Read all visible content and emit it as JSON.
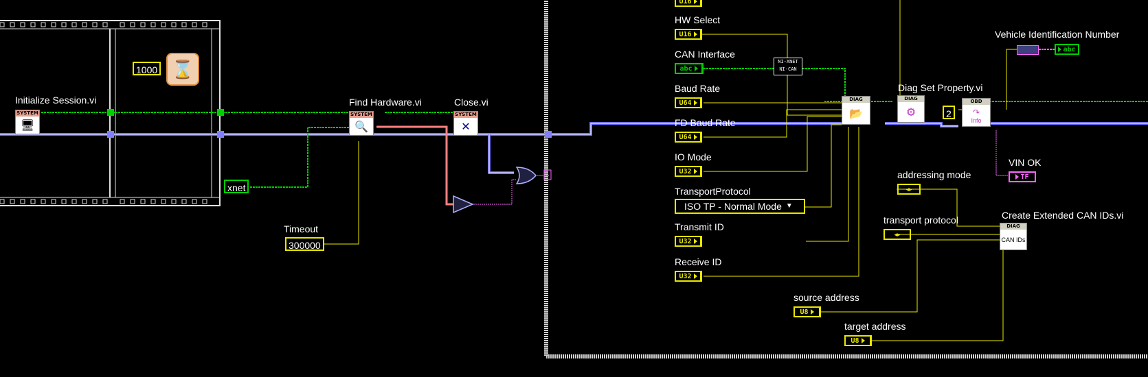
{
  "labels": {
    "init_session": "Initialize Session.vi",
    "find_hardware": "Find Hardware.vi",
    "close": "Close.vi",
    "hw_select": "HW Select",
    "can_interface": "CAN Interface",
    "baud_rate": "Baud Rate",
    "fd_baud_rate": "FD Baud Rate",
    "io_mode": "IO Mode",
    "transport_protocol": "TransportProtocol",
    "transmit_id": "Transmit ID",
    "receive_id": "Receive ID",
    "timeout": "Timeout",
    "diag_set_property": "Diag Set Property.vi",
    "vin": "Vehicle Identification Number",
    "vin_ok": "VIN OK",
    "addressing_mode": "addressing mode",
    "transport_protocol_lc": "transport protocol",
    "create_ext_ids": "Create Extended CAN IDs.vi",
    "source_address": "source address",
    "target_address": "target address"
  },
  "constants": {
    "wait_ms": "1000",
    "timeout_value": "300000",
    "xnet": "xnet",
    "transport_protocol_value": "ISO TP - Normal Mode",
    "obd_index": "2",
    "nixnet": "NI-XNET",
    "nican": "NI-CAN"
  },
  "terminals": {
    "u16": "U16",
    "u64": "U64",
    "u32": "U32",
    "u8": "U8",
    "abc": "abc",
    "tf": "TF"
  },
  "vi_headers": {
    "system": "SYSTEM",
    "diag": "DIAG",
    "obd": "OBD",
    "obd_info": "Info",
    "create_body": "CAN IDs"
  },
  "colors": {
    "cluster_wire": "#6a6aff",
    "string_wire": "#ff7fff",
    "numeric_wire": "#e8e800",
    "bool_wire": "#00d000",
    "error_wire": "#ff8080"
  }
}
